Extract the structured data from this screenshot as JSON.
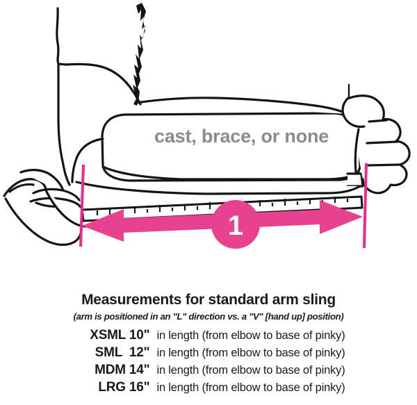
{
  "illustration": {
    "cast_label": "cast, brace, or none",
    "measurement_marker": "1",
    "colors": {
      "arrow_pink": "#E8418F",
      "marker_line_pink": "#EC2A8E",
      "line_art": "#141414",
      "cast_label_gray": "#8b8b8b",
      "marker_number": "#ffffff"
    },
    "icons": {
      "measuring_tape": "measuring-tape-icon",
      "double_arrow": "double-headed-arrow-icon",
      "left_hand": "hand-holding-tape-icon",
      "right_hand": "fist-hand-icon",
      "cast_forearm": "forearm-cast-icon"
    }
  },
  "text": {
    "heading": "Measurements for standard arm sling",
    "subheading": "(arm is positioned in an \"L\" direction vs. a \"V\" [hand up] position)",
    "sizes": [
      {
        "name": "XSML 10\"",
        "desc": "in length (from elbow to base of pinky)"
      },
      {
        "name": "SML  12\"",
        "desc": "in length (from elbow to base of pinky)"
      },
      {
        "name": "MDM 14\"",
        "desc": "in length (from elbow to base of pinky)"
      },
      {
        "name": "LRG 16\"",
        "desc": "in length (from elbow to base of pinky)"
      }
    ]
  }
}
